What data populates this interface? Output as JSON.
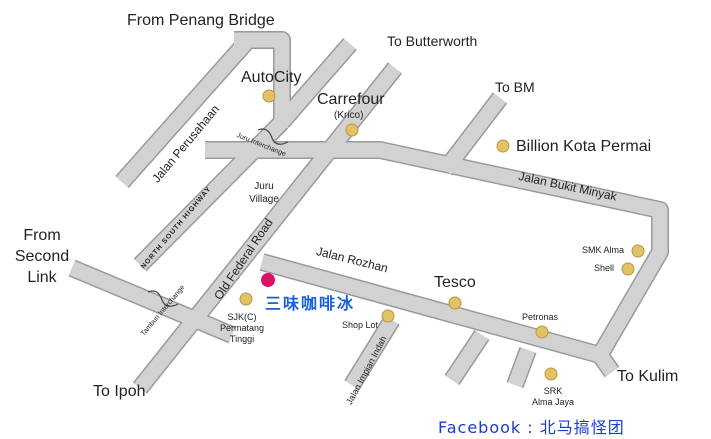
{
  "colors": {
    "road": "#c9c9c9",
    "road_edge": "#9a9a9a",
    "poi": "#e2c266",
    "poi_edge": "#b8983f",
    "marker": "#e0106a",
    "label_blue": "#1a5fd8"
  },
  "directions": {
    "from_penang_bridge": "From Penang Bridge",
    "to_butterworth": "To Butterworth",
    "to_bm": "To BM",
    "from_second_link_1": "From",
    "from_second_link_2": "Second",
    "from_second_link_3": "Link",
    "to_ipoh": "To Ipoh",
    "to_kulim": "To Kulim"
  },
  "roads": {
    "jalan_perusahaan": "Jalan Perusahaan",
    "jalan_bukit_minyak": "Jalan Bukit Minyak",
    "jalan_rozhan": "Jalan Rozhan",
    "old_federal_road": "Old Federal Road",
    "north_south_highway": "NORTH SOUTH HIGHWAY",
    "jalan_impian_indah": "Jalan Impian Indah",
    "juru_interchange": "Juru Interchange",
    "tambun_interchange": "Tambun Interchange"
  },
  "places": {
    "autocity": "AutoCity",
    "carrefour": "Carrefour",
    "krico": "(Krico)",
    "billion": "Billion Kota Permai",
    "juru_village_1": "Juru",
    "juru_village_2": "Village",
    "smk_alma": "SMK Alma",
    "shell": "Shell",
    "tesco": "Tesco",
    "petronas": "Petronas",
    "shop_lot": "Shop Lot",
    "sjkc_1": "SJK(C)",
    "sjkc_2": "Permatang",
    "sjkc_3": "Tinggi",
    "srk_1": "SRK",
    "srk_2": "Alma Jaya"
  },
  "destination": "三味咖啡冰",
  "footer": "Facebook : 北马搞怪团"
}
